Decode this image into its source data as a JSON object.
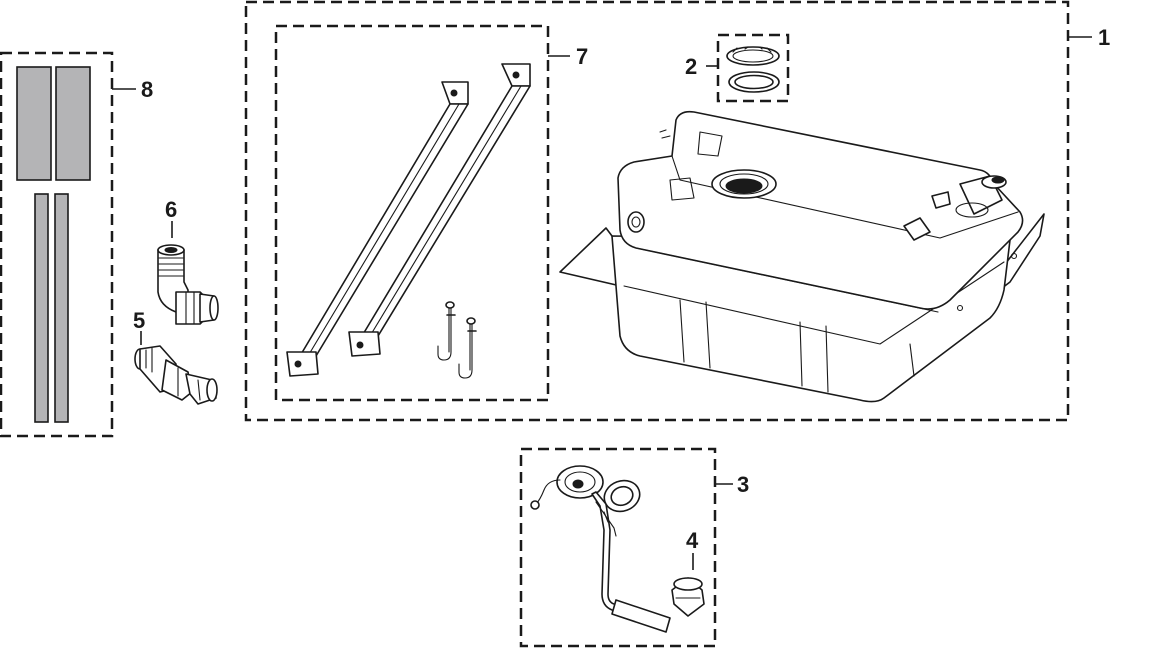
{
  "callouts": {
    "c1": "1",
    "c2": "2",
    "c3": "3",
    "c4": "4",
    "c5": "5",
    "c6": "6",
    "c7": "7",
    "c8": "8"
  },
  "colors": {
    "line": "#1a1a1a",
    "strip_fill": "#b4b4b6",
    "background": "#ffffff"
  }
}
